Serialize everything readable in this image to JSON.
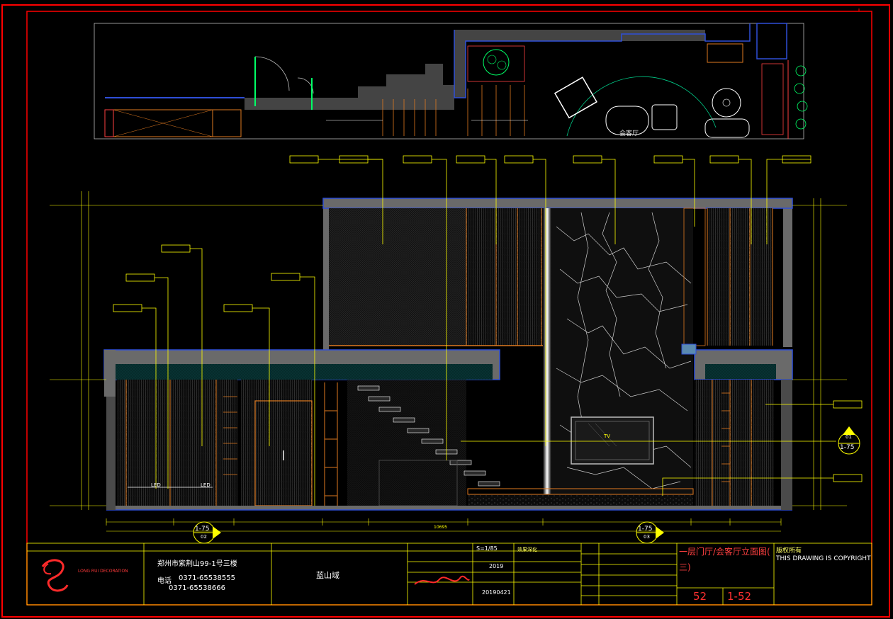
{
  "title_block": {
    "drawing_title_line1": "一层门厅/会客厅立面图(",
    "drawing_title_line2": "三)",
    "sheet_no": "52",
    "sheet_code": "1-52",
    "scale": "S=1/85",
    "year": "2019",
    "date": "20190421",
    "project_name": "蓝山域",
    "address": "郑州市紫荆山99-1号三楼",
    "phone_label": "电话",
    "phone1": "0371-65538555",
    "phone2": "0371-65538666",
    "company_en": "LONG RUI DECORATION",
    "copyright_zh": "版权所有",
    "copyright_en": "THIS DRAWING IS COPYRIGHT",
    "status": "效果深化"
  },
  "callouts": {
    "c1": "1-75",
    "c1_sub": "02",
    "c2": "1-75",
    "c2_sub": "03",
    "c3": "1-75",
    "c3_sub": "01"
  },
  "dimensions": {
    "total_width": "10695"
  },
  "labels": {
    "tv": "TV",
    "led1": "LED",
    "led2": "LED",
    "plan_room": "会客厅"
  },
  "colors": {
    "frame_red": "#ff0000",
    "wall_blue": "#2f4fd8",
    "dim_yellow": "#ffff00",
    "wood_orange": "#e07a20",
    "marble_white": "#ffffff"
  }
}
